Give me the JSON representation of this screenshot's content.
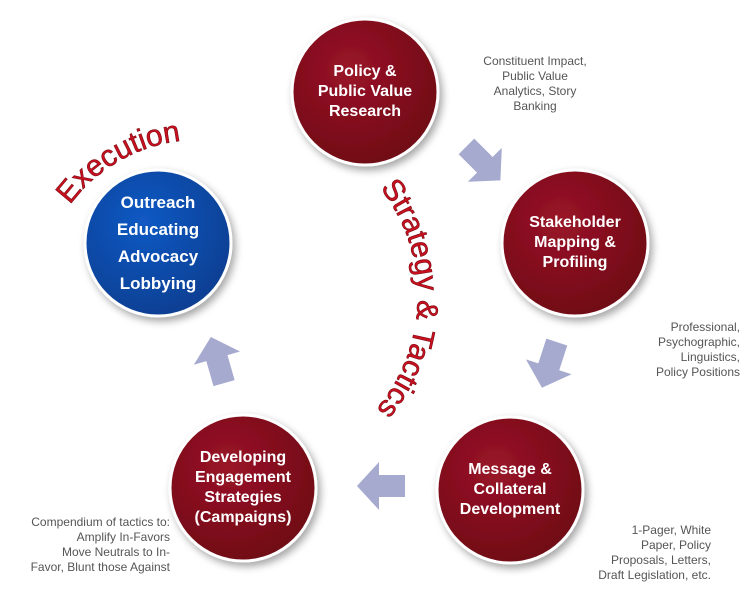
{
  "colors": {
    "stage_circle": "#7d0a18",
    "execution_circle": "#0b4aa8",
    "arrow": "#a6aacf",
    "curved_text": "#c8101e",
    "note_text": "#555555"
  },
  "stages": [
    {
      "id": "policy",
      "lines": [
        "Policy &",
        "Public Value",
        "Research"
      ]
    },
    {
      "id": "stakeholder",
      "lines": [
        "Stakeholder",
        "Mapping &",
        "Profiling"
      ]
    },
    {
      "id": "message",
      "lines": [
        "Message &",
        "Collateral",
        "Development"
      ]
    },
    {
      "id": "engagement",
      "lines": [
        "Developing",
        "Engagement",
        "Strategies",
        "(Campaigns)"
      ]
    }
  ],
  "execution": {
    "lines": [
      "Outreach",
      "Educating",
      "Advocacy",
      "Lobbying"
    ]
  },
  "notes": {
    "policy": [
      "Constituent Impact,",
      "Public Value",
      "Analytics, Story",
      "Banking"
    ],
    "stakeholder": [
      "Professional,",
      "Psychographic,",
      "Linguistics,",
      "Policy Positions"
    ],
    "message": [
      "1-Pager, White",
      "Paper, Policy",
      "Proposals, Letters,",
      "Draft Legislation, etc."
    ],
    "engagement": [
      "Compendium of tactics to:",
      "Amplify In-Favors",
      "Move Neutrals to In-",
      "Favor, Blunt those Against"
    ]
  },
  "curved_labels": {
    "execution": "Execution",
    "strategy": "Strategy & Tactics"
  },
  "icons": {
    "arrows": "block-arrow-icon"
  }
}
